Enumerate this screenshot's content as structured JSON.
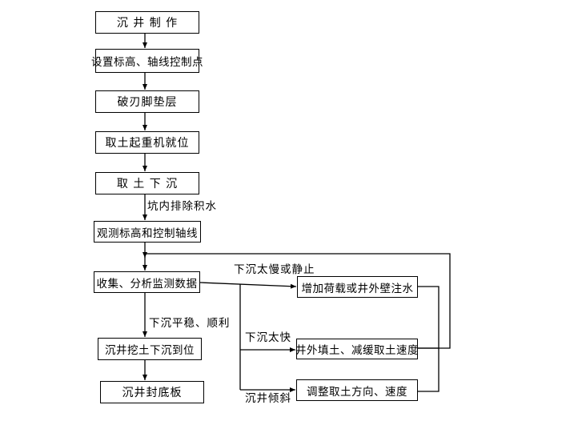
{
  "steps": {
    "s1": "沉 井 制 作",
    "s2": "设置标高、轴线控制点",
    "s3": "破刃脚垫层",
    "s4": "取土起重机就位",
    "s5": "取 土 下 沉",
    "s6": "观测标高和控制轴线",
    "s7": "收集、分析监测数据",
    "s8": "沉井挖土下沉到位",
    "s9": "沉井封底板",
    "r1": "增加荷载或井外壁注水",
    "r2": "井外填土、减缓取土速度",
    "r3": "调整取土方向、速度"
  },
  "labels": {
    "drain": "坑内排除积水",
    "stable": "下沉平稳、顺利",
    "slow": "下沉太慢或静止",
    "fast": "下沉太快",
    "tilt": "沉井倾斜"
  }
}
